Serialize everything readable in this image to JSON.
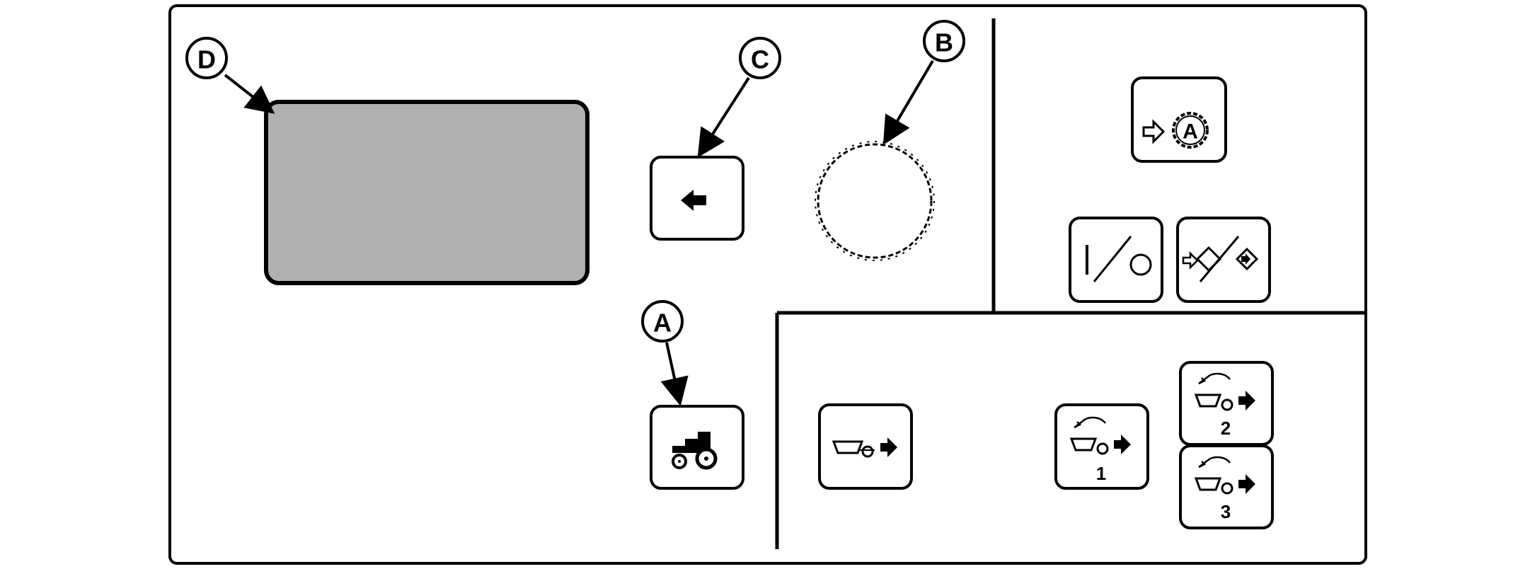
{
  "callouts": {
    "a": "A",
    "b": "B",
    "c": "C",
    "d": "D"
  },
  "icons": {
    "auto_mode_letter": "A",
    "unload_preset_1": "1",
    "unload_preset_2": "2",
    "unload_preset_3": "3"
  },
  "colors": {
    "display_fill": "#b0b0b0",
    "line": "#000000",
    "background": "#ffffff"
  }
}
